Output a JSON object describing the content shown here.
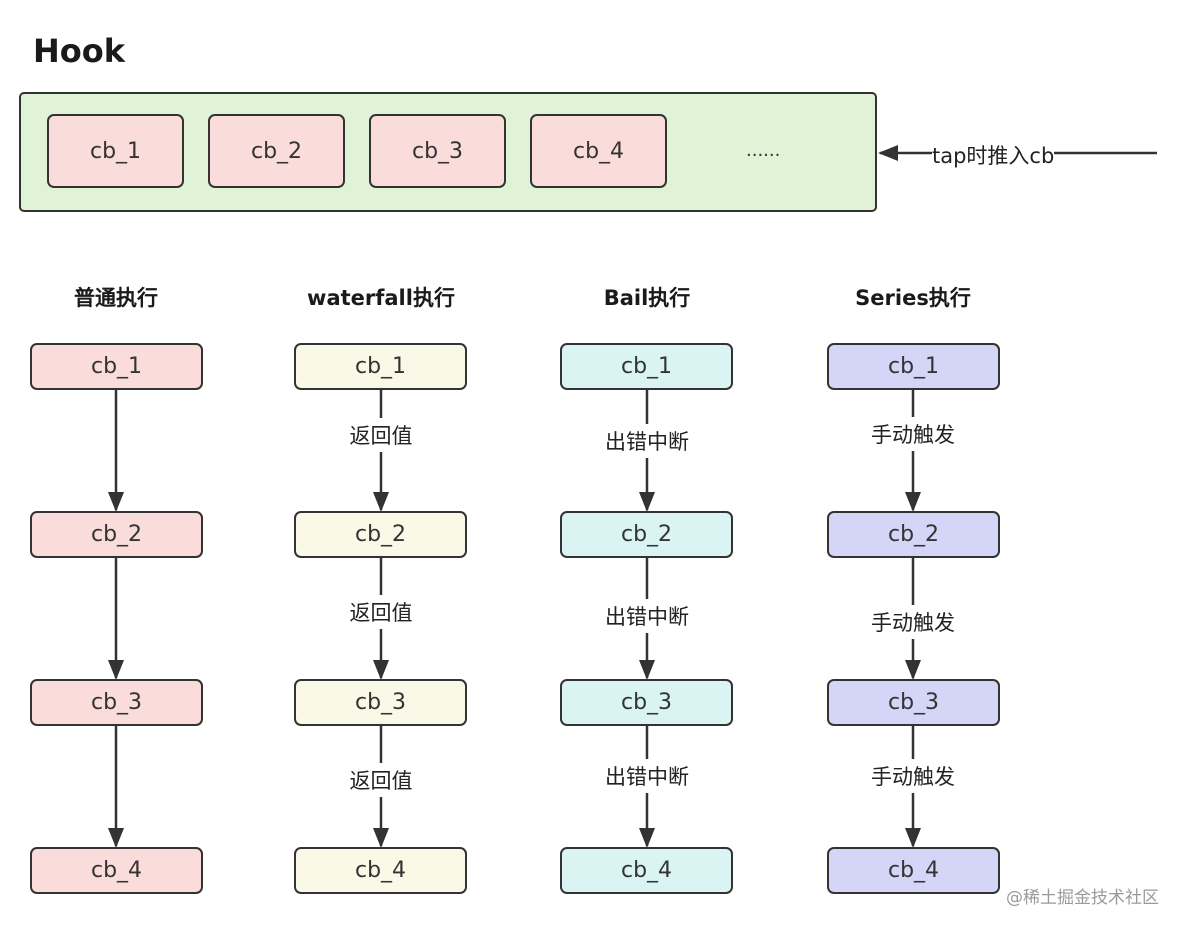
{
  "title": "Hook",
  "hook": {
    "callbacks": [
      "cb_1",
      "cb_2",
      "cb_3",
      "cb_4"
    ],
    "ellipsis": "......",
    "tap_label": "tap时推入cb"
  },
  "columns": [
    {
      "title": "普通执行",
      "color": "#fadcdb",
      "boxes": [
        "cb_1",
        "cb_2",
        "cb_3",
        "cb_4"
      ],
      "edge_labels": []
    },
    {
      "title": "waterfall执行",
      "color": "#faf9e8",
      "boxes": [
        "cb_1",
        "cb_2",
        "cb_3",
        "cb_4"
      ],
      "edge_labels": [
        "返回值",
        "返回值",
        "返回值"
      ]
    },
    {
      "title": "Bail执行",
      "color": "#daf4f4",
      "boxes": [
        "cb_1",
        "cb_2",
        "cb_3",
        "cb_4"
      ],
      "edge_labels": [
        "出错中断",
        "出错中断",
        "出错中断"
      ]
    },
    {
      "title": "Series执行",
      "color": "#d5d5f8",
      "boxes": [
        "cb_1",
        "cb_2",
        "cb_3",
        "cb_4"
      ],
      "edge_labels": [
        "手动触发",
        "手动触发",
        "手动触发"
      ]
    }
  ],
  "watermark": "@稀土掘金技术社区"
}
